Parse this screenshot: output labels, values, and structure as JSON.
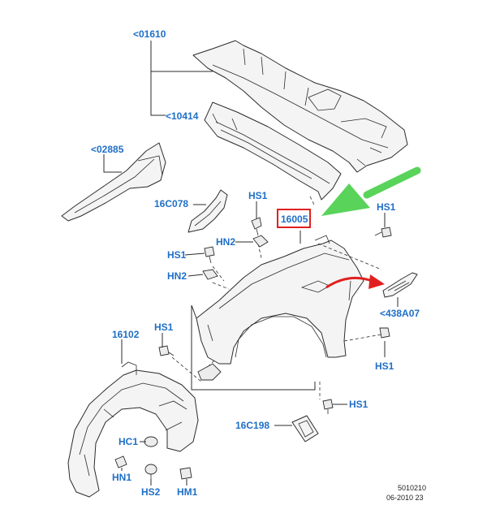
{
  "labels": {
    "cowl_panel": "<01610",
    "cowl_grille": "<10414",
    "apron_reinforcement": "<02885",
    "bracket": "16C078",
    "fender": "16005",
    "fender_splash_shield": "16102",
    "fender_trim": "<438A07",
    "fender_patch": "16C198",
    "hs1_top_center": "HS1",
    "hs1_top_right": "HS1",
    "hs1_left": "HS1",
    "hs1_mid_left": "HS1",
    "hs1_right": "HS1",
    "hs1_bottom": "HS1",
    "hn2_top": "HN2",
    "hn2_left": "HN2",
    "hc1": "HC1",
    "hn1": "HN1",
    "hs2": "HS2",
    "hm1": "HM1"
  },
  "reference": {
    "diagram_number": "5010210",
    "date_code": "06-2010 23"
  },
  "colors": {
    "callout_text": "#1f6fc7",
    "highlight_box": "#e02020",
    "green_arrow": "#5ad35a",
    "red_arrow": "#e02020",
    "line_art": "#2b2b2b"
  }
}
